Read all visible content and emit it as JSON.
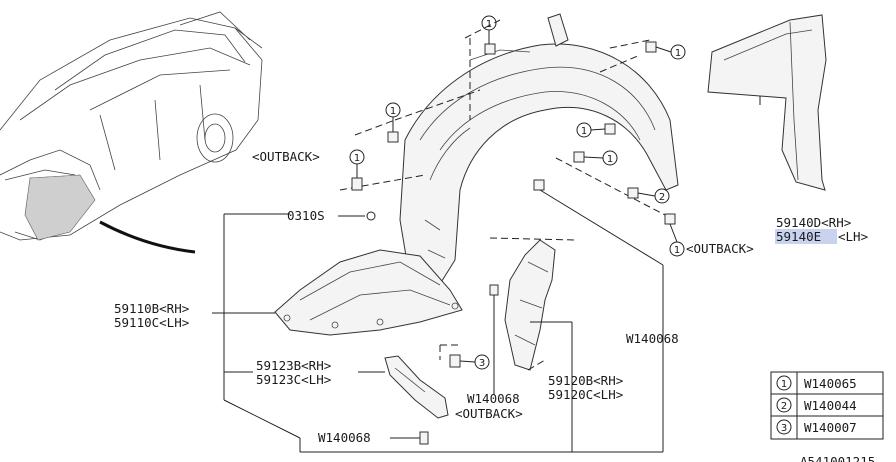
{
  "labels": {
    "outback_left": "<OUTBACK>",
    "outback_right": "<OUTBACK>",
    "outback_bottom": "<OUTBACK>",
    "clip_0310s": "0310S",
    "part_59140d": "59140D<RH>",
    "part_59140e": "59140E",
    "part_59140e_side": "<LH>",
    "part_59110b": "59110B<RH>",
    "part_59110c": "59110C<LH>",
    "part_59123b": "59123B<RH>",
    "part_59123c": "59123C<LH>",
    "part_59120b": "59120B<RH>",
    "part_59120c": "59120C<LH>",
    "w140068_right": "W140068",
    "w140068_mid": "W140068",
    "w140068_bottom": "W140068",
    "diagram_code": "A541001215"
  },
  "callouts": {
    "one": "1",
    "two": "2",
    "three": "3"
  },
  "legend": [
    {
      "num": "1",
      "part": "W140065"
    },
    {
      "num": "2",
      "part": "W140044"
    },
    {
      "num": "3",
      "part": "W140007"
    }
  ],
  "colors": {
    "line": "#222222",
    "highlight": "#c9d3f0",
    "part_fill": "#f4f4f4"
  }
}
